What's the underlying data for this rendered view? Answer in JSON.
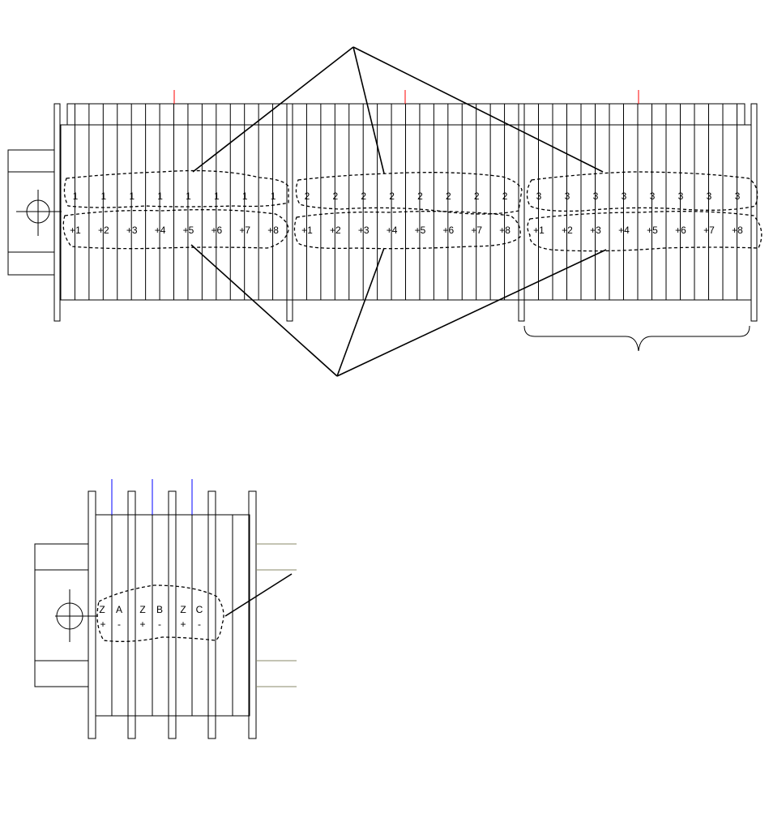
{
  "terminal_block": {
    "groups": [
      {
        "top_labels": [
          "1",
          "1",
          "1",
          "1",
          "1",
          "1",
          "1",
          "1"
        ],
        "bottom_labels": [
          "+1",
          "+2",
          "+3",
          "+4",
          "+5",
          "+6",
          "+7",
          "+8"
        ]
      },
      {
        "top_labels": [
          "2",
          "2",
          "2",
          "2",
          "2",
          "2",
          "2",
          "2"
        ],
        "bottom_labels": [
          "+1",
          "+2",
          "+3",
          "+4",
          "+5",
          "+6",
          "+7",
          "+8"
        ]
      },
      {
        "top_labels": [
          "3",
          "3",
          "3",
          "3",
          "3",
          "3",
          "3",
          "3"
        ],
        "bottom_labels": [
          "+1",
          "+2",
          "+3",
          "+4",
          "+5",
          "+6",
          "+7",
          "+8"
        ]
      }
    ]
  },
  "motor_block": {
    "top_labels": [
      "Z",
      "A",
      "Z",
      "B",
      "Z",
      "C"
    ],
    "bottom_labels": [
      "+",
      "-",
      "+",
      "-",
      "+",
      "-"
    ]
  },
  "colors": {
    "line": "#000000",
    "marker_red": "#ff0000",
    "marker_blue": "#0000ff",
    "wire_olive": "#8a8a6a"
  }
}
